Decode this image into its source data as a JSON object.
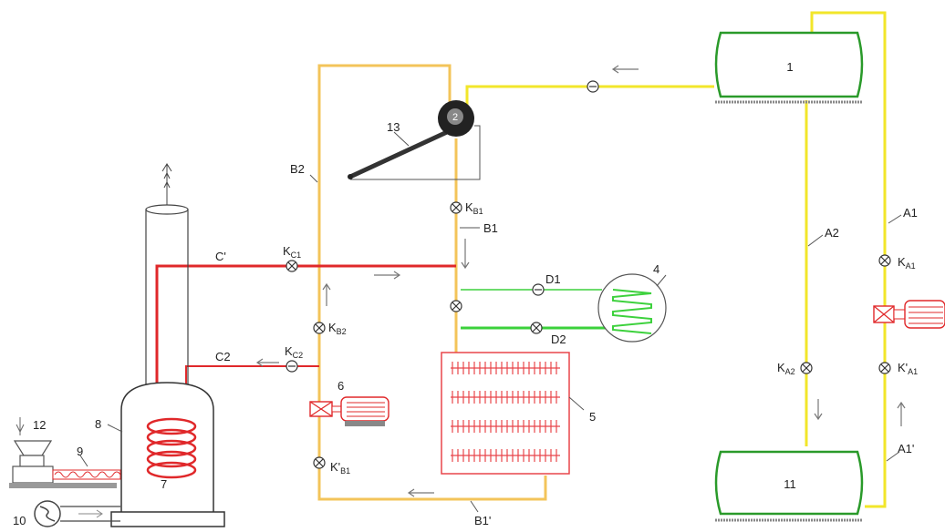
{
  "components": {
    "tank_1": "1",
    "pump_2": "2",
    "arm_13": "13",
    "coil_4": "4",
    "radiator_5": "5",
    "pump_6": "6",
    "stove_coil_7": "7",
    "stove_8": "8",
    "feed_9": "9",
    "fan_10": "10",
    "tank_11": "11",
    "hopper_12": "12"
  },
  "pipes": {
    "B2": "B2",
    "B1": "B1",
    "B1_prime": "B1'",
    "C1": "C'",
    "C2": "C2",
    "D1": "D1",
    "D2": "D2",
    "A1": "A1",
    "A2": "A2",
    "A1_prime": "A1'"
  },
  "valves": {
    "KB1": {
      "main": "K",
      "sub": "B1"
    },
    "KC1": {
      "main": "K",
      "sub": "C1"
    },
    "KB2": {
      "main": "K",
      "sub": "B2"
    },
    "KC2": {
      "main": "K",
      "sub": "C2"
    },
    "K_B1": {
      "main": "K'",
      "sub": "B1"
    },
    "KA1": {
      "main": "K",
      "sub": "A1"
    },
    "KA2": {
      "main": "K",
      "sub": "A2"
    },
    "K_A1": {
      "main": "K'",
      "sub": "A1"
    }
  },
  "colors": {
    "yellow_pipe": "#f2e62a",
    "orange_pipe": "#f3c45a",
    "red_pipe": "#e0282a",
    "green_pipe": "#3cd13c",
    "tank_outline": "#2a9a2a",
    "radiator": "#e8454a"
  }
}
